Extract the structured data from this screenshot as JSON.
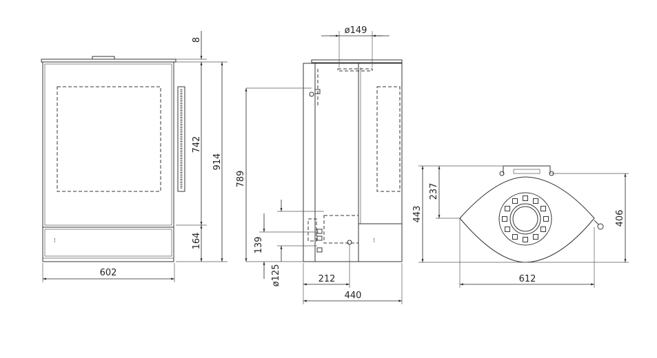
{
  "front_view": {
    "top_gap": "8",
    "door_height": "742",
    "total_height": "914",
    "base_height": "164",
    "width": "602"
  },
  "side_view": {
    "flue_diameter": "ø149",
    "rear_outlet_height": "789",
    "air_inlet_height": "139",
    "air_inlet_diameter": "ø125",
    "air_inlet_offset": "212",
    "depth": "440"
  },
  "top_view": {
    "total_depth": "443",
    "flue_center": "237",
    "body_depth": "406",
    "width": "612"
  }
}
